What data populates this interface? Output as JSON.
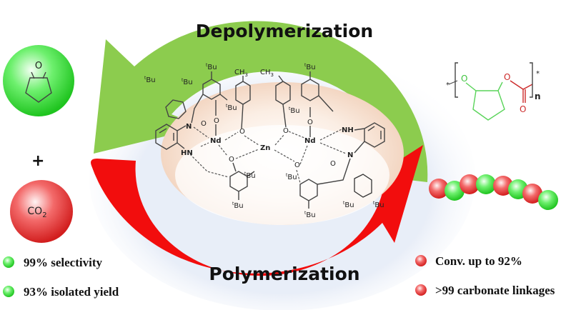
{
  "colors": {
    "depolymerization_arrow": "#8ccc4e",
    "polymerization_arrow": "#f20d0d",
    "monomer_green": "#33dd33",
    "monomer_red": "#e83030",
    "center_glow": "#f7dcc8"
  },
  "arrows": {
    "top_label": "Depolymerization",
    "bottom_label": "Polymerization"
  },
  "reactants": {
    "epoxide_atom": "O",
    "plus_sign": "+",
    "co2_label": "CO",
    "co2_subscript": "2"
  },
  "left_bullets": [
    {
      "text": "99% selectivity",
      "color": "green"
    },
    {
      "text": "93% isolated yield",
      "color": "green"
    }
  ],
  "right_bullets": [
    {
      "text": "Conv. up to 92%",
      "color": "red"
    },
    {
      "text": ">99 carbonate linkages",
      "color": "red"
    }
  ],
  "polymer_structure": {
    "oxygen_left": "O",
    "oxygen_right": "O",
    "carbonyl_oxygen": "O",
    "repeat_subscript": "n",
    "end_group": "*"
  },
  "bead_chain": [
    "red",
    "green",
    "red",
    "green",
    "red",
    "green",
    "red",
    "green"
  ],
  "catalyst": {
    "metal_left": "Nd",
    "metal_center": "Zn",
    "metal_right": "Nd",
    "tbu": "tBu",
    "tbu_sup": "t",
    "tbu_main": "Bu",
    "methyl": "CH",
    "methyl_sub": "3",
    "nitrogen": "N",
    "amine": "NH",
    "amine_left": "HN",
    "oxygen": "O"
  }
}
